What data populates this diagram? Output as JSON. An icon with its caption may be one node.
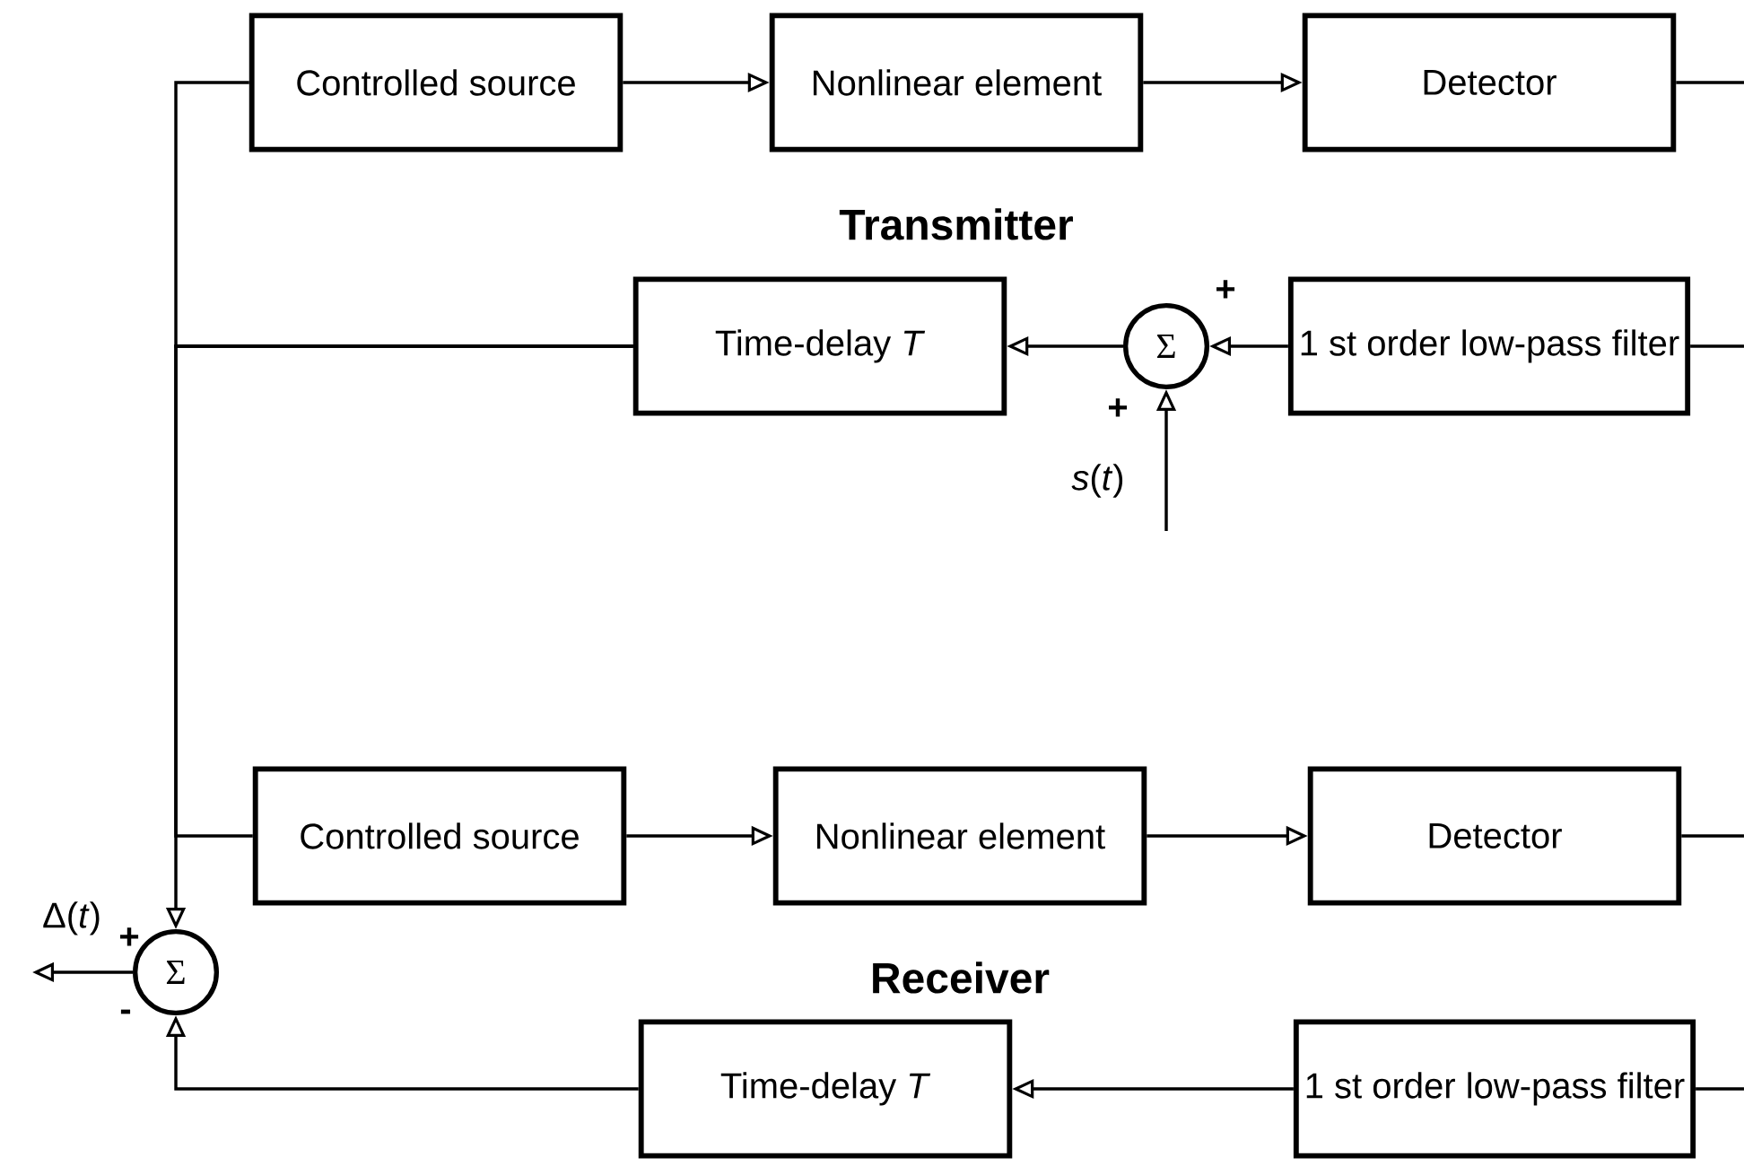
{
  "diagram": {
    "nodes": [
      {
        "text": [
          "Controlled source"
        ]
      },
      {
        "text": [
          "Nonlinear element"
        ]
      },
      {
        "text": [
          "Detector"
        ]
      },
      {
        "text": [
          "Time-delay *T*"
        ]
      },
      {
        "text": [
          "Σ"
        ]
      },
      {
        "text": [
          "1 st order low-pass filter"
        ]
      },
      {
        "text": [
          "Controlled source"
        ]
      },
      {
        "text": [
          "Nonlinear element"
        ]
      },
      {
        "text": [
          "Detector"
        ]
      },
      {
        "text": [
          "Time-delay *T*"
        ]
      },
      {
        "text": [
          "1 st order low-pass filter"
        ]
      },
      {
        "text": [
          "Σ"
        ]
      }
    ],
    "edges": [
      {
        "from": 0,
        "to": 1,
        "arrow": "to"
      },
      {
        "from": 1,
        "to": 2,
        "arrow": "to"
      },
      {
        "from": 2,
        "to": null,
        "arrow": "none"
      },
      {
        "from": null,
        "to": 5,
        "arrow": "none"
      },
      {
        "from": 5,
        "to": 4,
        "arrow": "to"
      },
      {
        "from": null,
        "to": 4,
        "arrow": "to",
        "label": "*s*(*t*)"
      },
      {
        "from": 4,
        "to": 3,
        "arrow": "to"
      },
      {
        "from": 3,
        "to": 0,
        "arrow": "none"
      },
      {
        "from": 3,
        "to": 6,
        "arrow": "none"
      },
      {
        "from": 3,
        "to": 11,
        "arrow": "to"
      },
      {
        "from": 6,
        "to": 7,
        "arrow": "to"
      },
      {
        "from": 7,
        "to": 8,
        "arrow": "to"
      },
      {
        "from": 8,
        "to": null,
        "arrow": "none"
      },
      {
        "from": null,
        "to": 10,
        "arrow": "none"
      },
      {
        "from": 10,
        "to": 9,
        "arrow": "to"
      },
      {
        "from": 9,
        "to": 11,
        "arrow": "to"
      },
      {
        "from": 11,
        "to": null,
        "arrow": "to",
        "label": "Δ(*t*)"
      }
    ],
    "labels": [
      "Transmitter",
      "+",
      "+",
      "Receiver",
      "+",
      "-"
    ]
  }
}
